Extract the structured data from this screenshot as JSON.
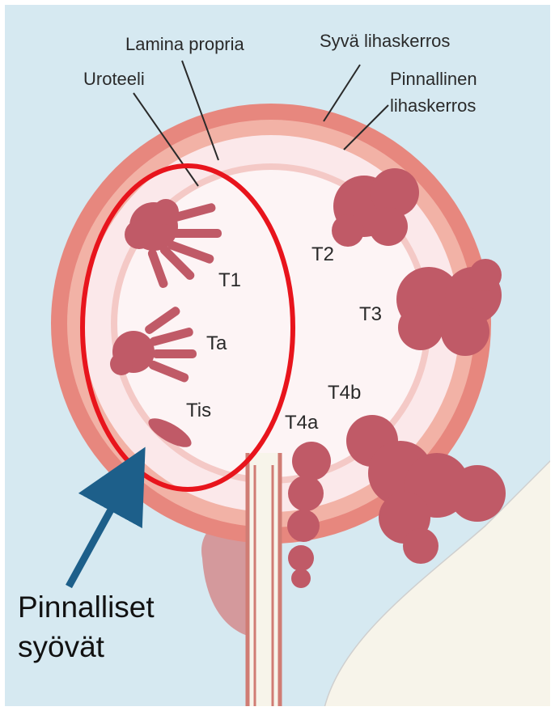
{
  "labels": {
    "lamina_propria": "Lamina propria",
    "syva_lihaskerros": "Syvä lihaskerros",
    "uroteeli": "Uroteeli",
    "pinnallinen_line1": "Pinnallinen",
    "pinnallinen_line2": "lihaskerros"
  },
  "stages": {
    "t1": "T1",
    "ta": "Ta",
    "tis": "Tis",
    "t2": "T2",
    "t3": "T3",
    "t4a": "T4a",
    "t4b": "T4b"
  },
  "callout": {
    "line1": "Pinnalliset",
    "line2": "syövät"
  },
  "colors": {
    "background": "#d6e9f1",
    "outer_muscle": "#e7877e",
    "inner_muscle": "#f2b2a6",
    "lamina": "#fbe8ea",
    "lumen": "#fdf4f5",
    "tumor": "#c05a67",
    "highlight_ellipse": "#e8141c",
    "arrow": "#1d5f8a"
  }
}
